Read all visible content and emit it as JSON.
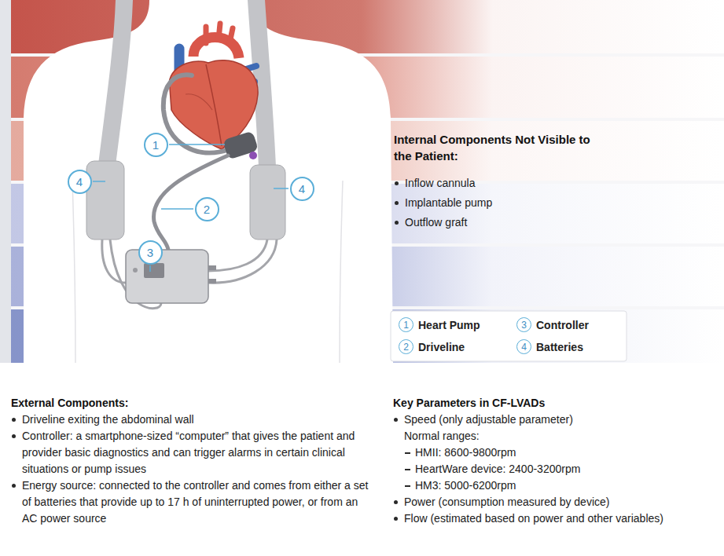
{
  "diagram": {
    "nodes": [
      {
        "text": [
          "1"
        ]
      },
      {
        "text": [
          "4"
        ]
      },
      {
        "text": [
          "4"
        ]
      },
      {
        "text": [
          "2"
        ]
      },
      {
        "text": [
          "3"
        ]
      },
      {
        "text": [
          "1",
          "Heart Pump"
        ]
      },
      {
        "text": [
          "3",
          "Controller"
        ]
      },
      {
        "text": [
          "2",
          "Driveline"
        ]
      },
      {
        "text": [
          "4",
          "Batteries"
        ]
      }
    ],
    "labels": [
      "Internal Components Not Visible to the Patient:",
      "Inflow cannula",
      "Implantable pump",
      "Outflow graft",
      "External Components:",
      "Driveline exiting the abdominal wall",
      "Controller: a smartphone-sized “computer” that gives the patient and provider basic diagnostics and can trigger alarms in certain clinical situations or pump issues",
      "Energy source: connected to the controller and comes from either a set of batteries that provide up to 17 h of uninterrupted power, or from an AC power source",
      "Key Parameters in CF-LVADs",
      "Speed (only adjustable parameter)",
      "Normal ranges:",
      "HMII: 8600-9800rpm",
      "HeartWare device: 2400-3200rpm",
      "HM3: 5000-6200rpm",
      "Power (consumption measured by device)",
      "Flow (estimated based on power and other variables)"
    ]
  }
}
